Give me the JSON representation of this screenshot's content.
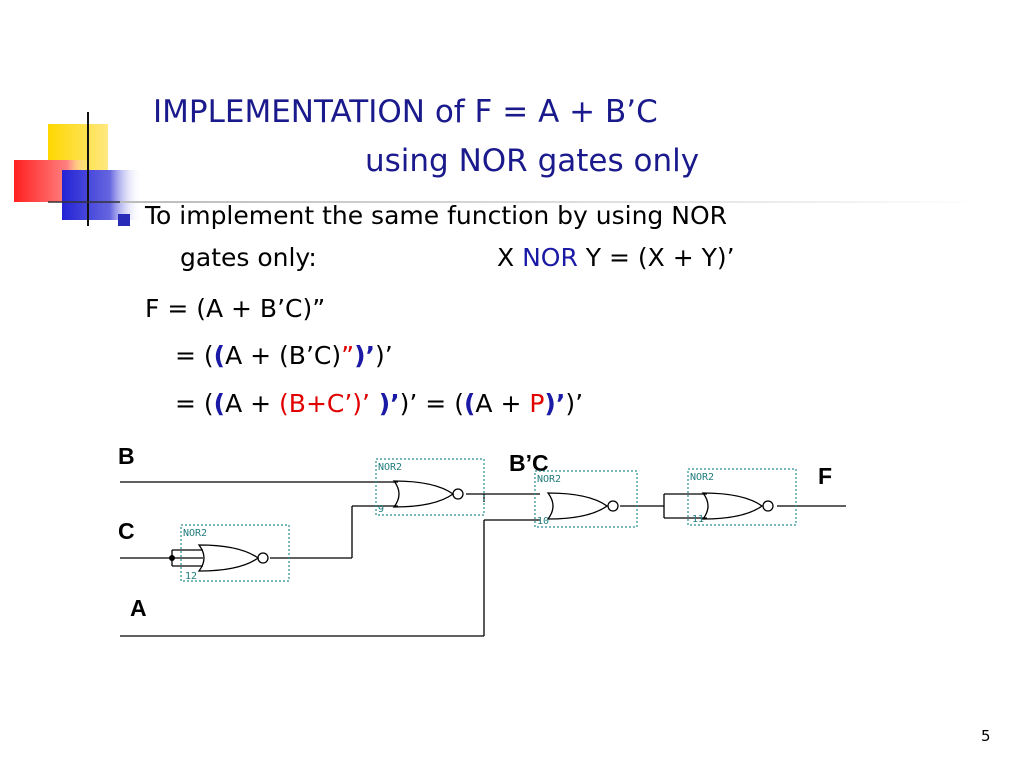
{
  "title": {
    "line1": "IMPLEMENTATION of F = A + B’C",
    "line2": "using NOR gates only"
  },
  "bullet": {
    "line1": "To implement the same function by using NOR",
    "line2_prefix": "gates only:",
    "rule_x": "X",
    "rule_nor": "NOR",
    "rule_rest": "Y = (X + Y)’"
  },
  "equations": {
    "eq1": "F = (A + B’C)”",
    "eq2": {
      "p1": "= (",
      "p2": "(",
      "p3": "A + (B’C)",
      "p4": "”",
      "p5": ")’",
      "p6": ")’"
    },
    "eq3": {
      "p1": "= (",
      "p2": "(",
      "p3": "A + ",
      "p4": "(B+C’)’",
      "p5": " )’",
      "p6": ")’ = (",
      "p7": "(",
      "p8": "A + ",
      "p9": "P",
      "p10": ")’",
      "p11": ")’"
    }
  },
  "circuit": {
    "inputs": {
      "b": "B",
      "c": "C",
      "a": "A"
    },
    "output": "F",
    "mid_label": "B’C",
    "gates": [
      {
        "type": "NOR2",
        "num": "12"
      },
      {
        "type": "NOR2",
        "num": "9"
      },
      {
        "type": "NOR2",
        "num": "10"
      },
      {
        "type": "NOR2",
        "num": "11"
      }
    ]
  },
  "page_number": "5",
  "colors": {
    "title": "#1a1a8c",
    "accent_red": "#e00000",
    "accent_blue": "#1a1aa6",
    "gate_box": "#2a8f8f",
    "deco_yellow": "#ffd700",
    "deco_blue": "#2323d6",
    "deco_red": "#ff2020"
  }
}
